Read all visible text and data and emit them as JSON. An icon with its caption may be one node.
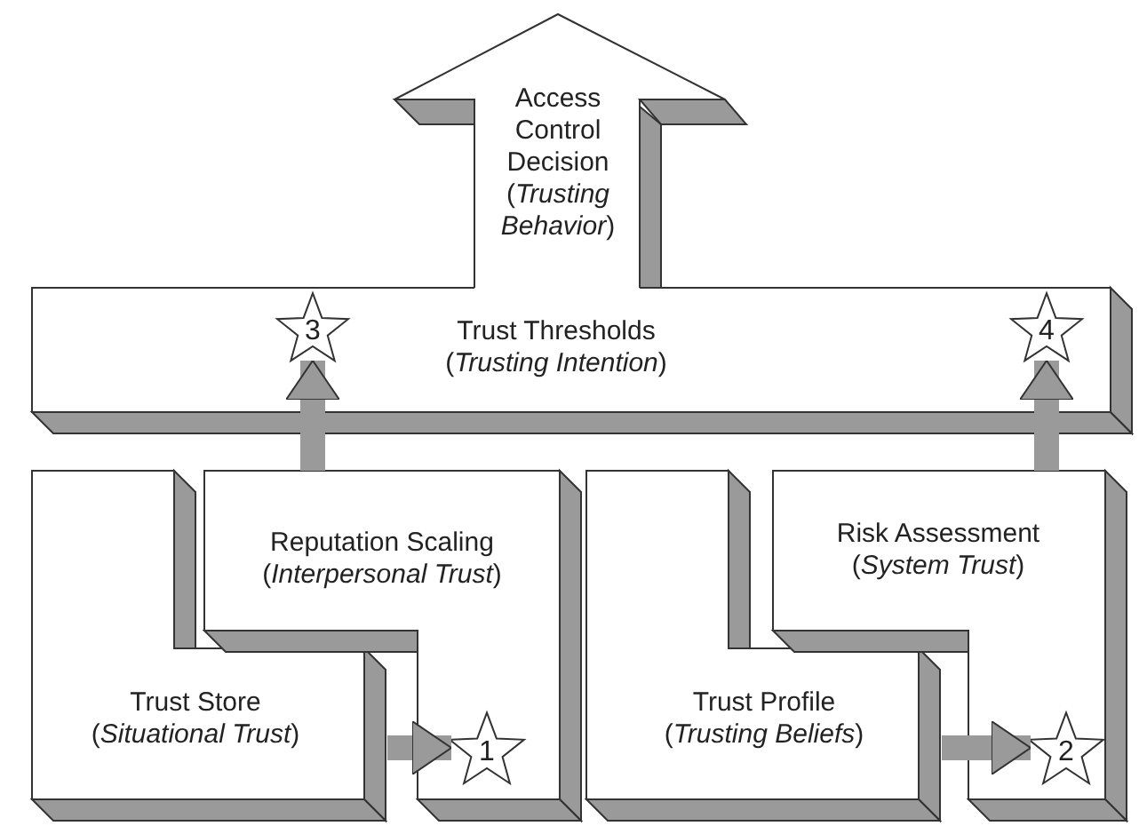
{
  "diagram": {
    "nodes": [
      {
        "text": [
          "Access Control Decision (*Trusting Behavior*)"
        ]
      },
      {
        "text": [
          "Trust Thresholds (*Trusting Intention*)"
        ]
      },
      {
        "text": [
          "3"
        ],
        "in": 1
      },
      {
        "text": [
          "4"
        ],
        "in": 1
      },
      {
        "text": [
          "Trust Store (*Situational Trust*)"
        ]
      },
      {
        "text": [
          "Reputation Scaling (*Interpersonal Trust*)"
        ]
      },
      {
        "text": [
          "1"
        ],
        "in": 5
      },
      {
        "text": [
          "Trust Profile (*Trusting Beliefs*)"
        ]
      },
      {
        "text": [
          "Risk Assessment (*System Trust*)"
        ]
      },
      {
        "text": [
          "2"
        ],
        "in": 8
      }
    ],
    "edges": [
      {
        "from": 4,
        "to": 6,
        "arrow": "to"
      },
      {
        "from": 5,
        "to": 2,
        "arrow": "to"
      },
      {
        "from": 7,
        "to": 9,
        "arrow": "to"
      },
      {
        "from": 8,
        "to": 3,
        "arrow": "to"
      }
    ]
  }
}
